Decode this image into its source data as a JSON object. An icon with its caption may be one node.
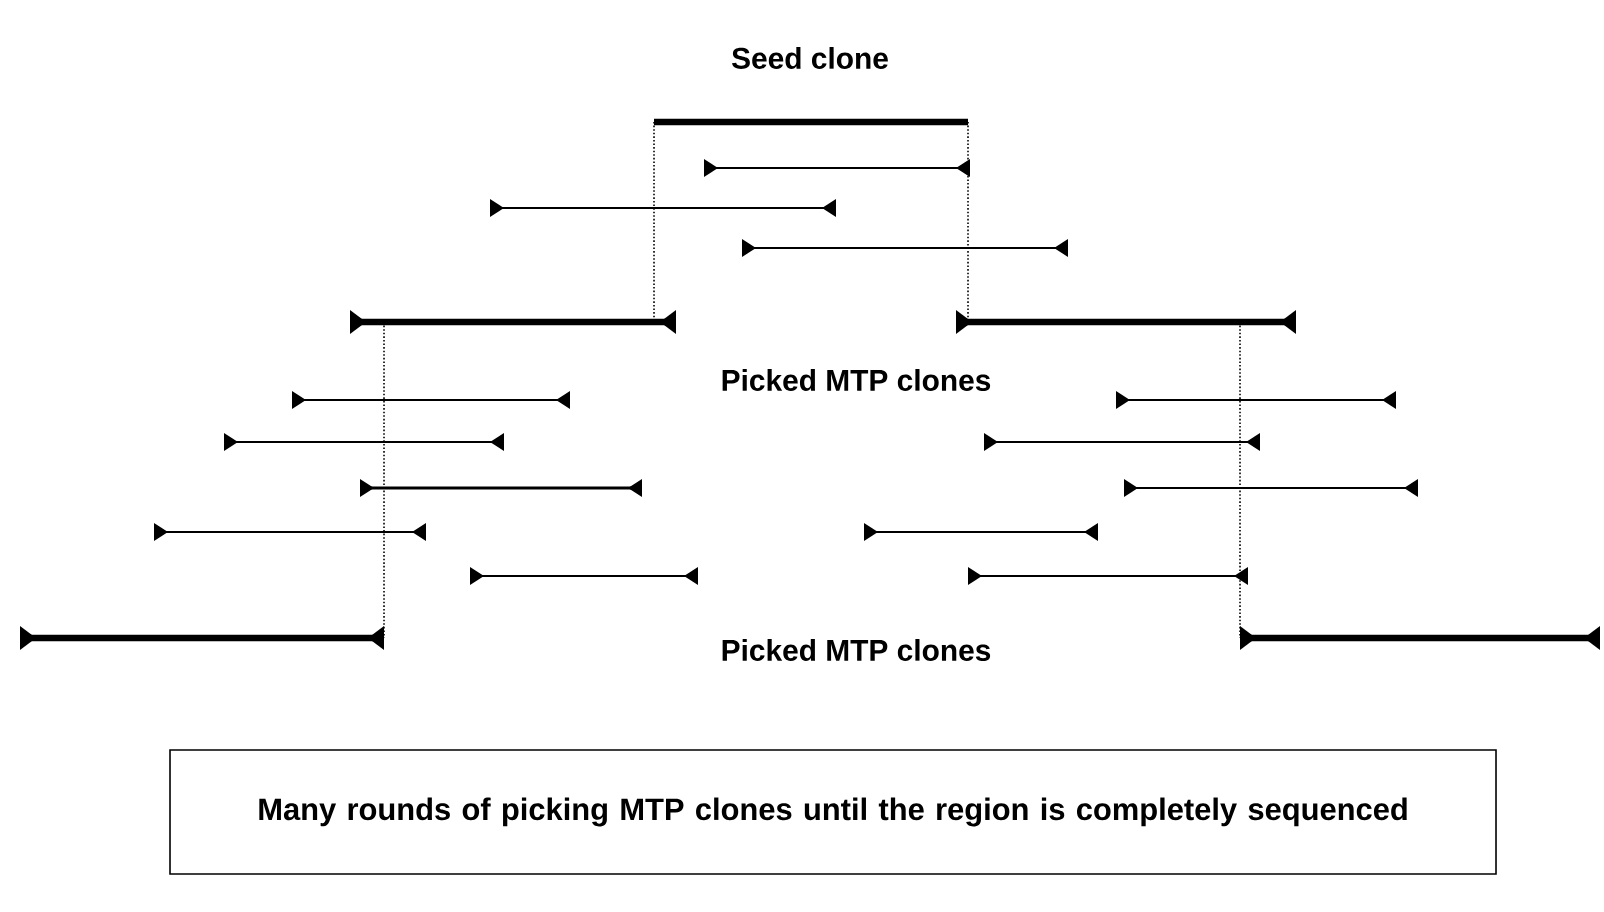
{
  "diagram": {
    "nodes": [
      {
        "text": [
          "Many rounds of picking MTP clones until the region is completely sequenced"
        ]
      }
    ],
    "labels": [
      "Seed clone",
      "Picked MTP clones",
      "Picked MTP clones"
    ]
  }
}
